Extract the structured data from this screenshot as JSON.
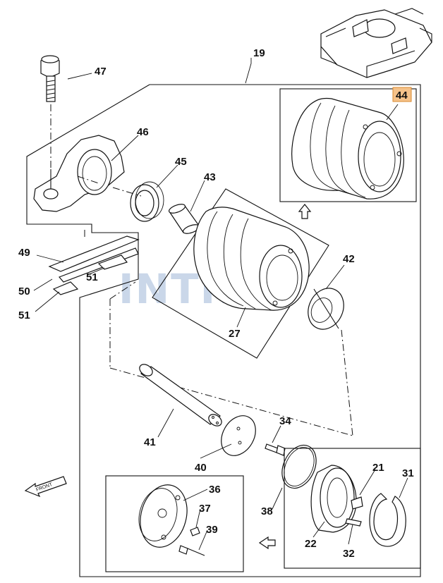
{
  "watermark": "INTRAC",
  "front_label": "FRONT",
  "callouts": {
    "c19": "19",
    "c47": "47",
    "c46": "46",
    "c45": "45",
    "c43": "43",
    "c44": "44",
    "c49": "49",
    "c50": "50",
    "c51a": "51",
    "c51b": "51",
    "c42": "42",
    "c27": "27",
    "c41": "41",
    "c34": "34",
    "c40": "40",
    "c36": "36",
    "c37": "37",
    "c39": "39",
    "c38": "38",
    "c21": "21",
    "c31": "31",
    "c22": "22",
    "c32": "32"
  },
  "highlight": {
    "part": "44",
    "color": "#f5c28a"
  },
  "colors": {
    "line": "#111111",
    "watermark": "#9fb8d8"
  }
}
